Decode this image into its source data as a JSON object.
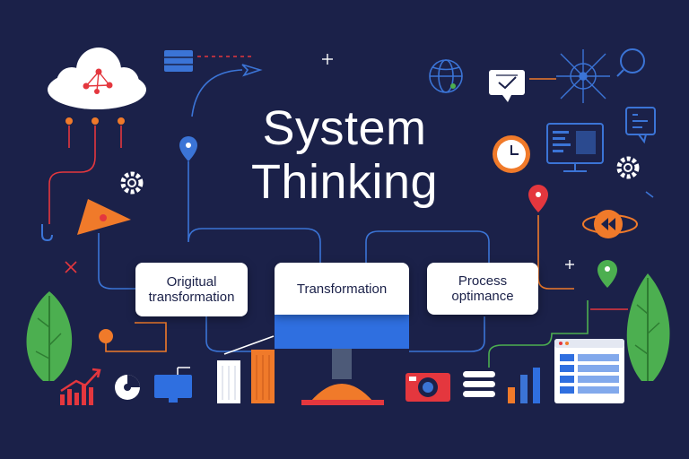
{
  "title": {
    "line1": "System",
    "line2": "Thinking"
  },
  "cards": {
    "left": "Origitual\ntransformation",
    "center": "Transformation",
    "right": "Process\noptimance"
  },
  "colors": {
    "background": "#1b2149",
    "line_blue": "#3b74d6",
    "accent_orange": "#f07a2a",
    "accent_red": "#e4373e",
    "accent_green": "#4caf50",
    "card": "#ffffff",
    "monitor_blue": "#2f6fe0"
  },
  "icons": [
    "cloud-network-icon",
    "server-icon",
    "paper-plane-icon",
    "globe-icon",
    "chat-check-icon",
    "network-node-icon",
    "search-icon",
    "clock-icon",
    "monitor-code-icon",
    "chat-list-icon",
    "gear-icon",
    "location-pin-icon",
    "arrow-triangle-icon",
    "rewind-icon",
    "leaf-icon",
    "bar-chart-icon",
    "database-icon",
    "browser-window-icon",
    "pie-icon"
  ]
}
